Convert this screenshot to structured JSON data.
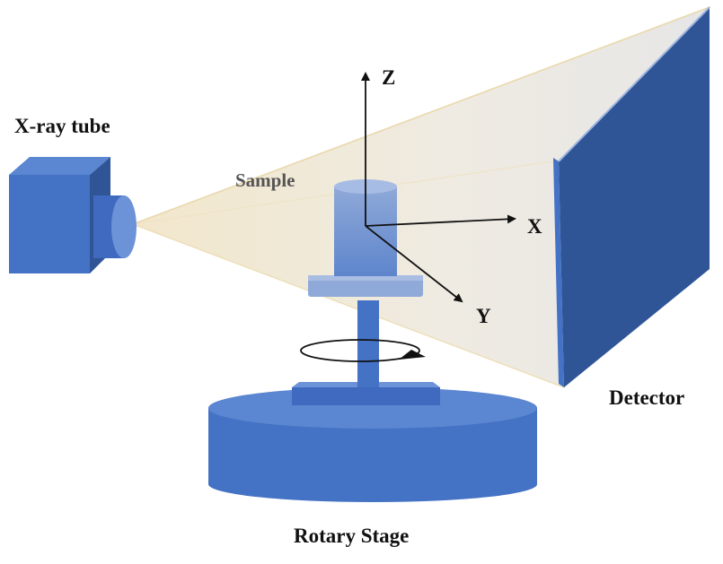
{
  "labels": {
    "xray_tube": "X-ray tube",
    "sample": "Sample",
    "detector": "Detector",
    "rotary_stage": "Rotary Stage",
    "axis_x": "X",
    "axis_y": "Y",
    "axis_z": "Z"
  },
  "colors": {
    "component_blue": "#4472C4",
    "component_blue_dark": "#2F5597",
    "beam_fill": "#F3EAD3",
    "beam_edge": "#EEDFB8",
    "axis_line": "#111111"
  }
}
